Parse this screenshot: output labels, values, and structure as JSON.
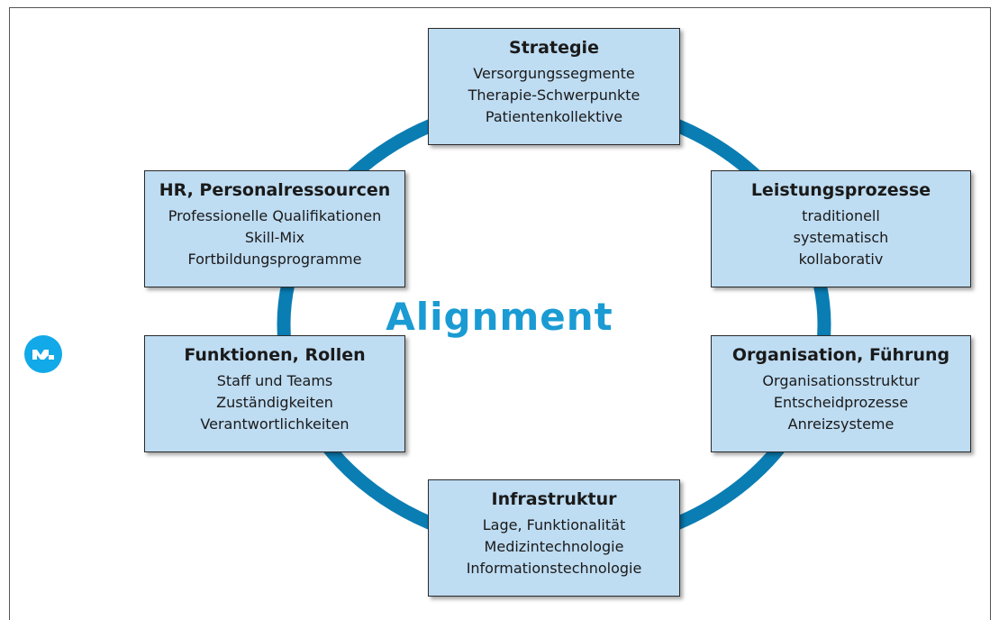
{
  "diagram": {
    "center_label": "Alignment",
    "colors": {
      "ring": "#0a7db3",
      "box_fill": "#bedcf2",
      "center_text": "#1a9bd3",
      "logo": "#12a9e8"
    },
    "boxes": [
      {
        "id": "strategie",
        "title": "Strategie",
        "lines": [
          "Versorgungssegmente",
          "Therapie-Schwerpunkte",
          "Patientenkollektive"
        ]
      },
      {
        "id": "leistungsprozesse",
        "title": "Leistungsprozesse",
        "lines": [
          "traditionell",
          "systematisch",
          "kollaborativ"
        ]
      },
      {
        "id": "organisation",
        "title": "Organisation, Führung",
        "lines": [
          "Organisationsstruktur",
          "Entscheidprozesse",
          "Anreizsysteme"
        ]
      },
      {
        "id": "infrastruktur",
        "title": "Infrastruktur",
        "lines": [
          "Lage, Funktionalität",
          "Medizintechnologie",
          "Informationstechnologie"
        ]
      },
      {
        "id": "funktionen",
        "title": "Funktionen, Rollen",
        "lines": [
          "Staff und Teams",
          "Zuständigkeiten",
          "Verantwortlichkeiten"
        ]
      },
      {
        "id": "hr",
        "title": "HR, Personalressourcen",
        "lines": [
          "Professionelle Qualifikationen",
          "Skill-Mix",
          "Fortbildungsprogramme"
        ]
      }
    ],
    "logo_icon": "logo-icon"
  }
}
